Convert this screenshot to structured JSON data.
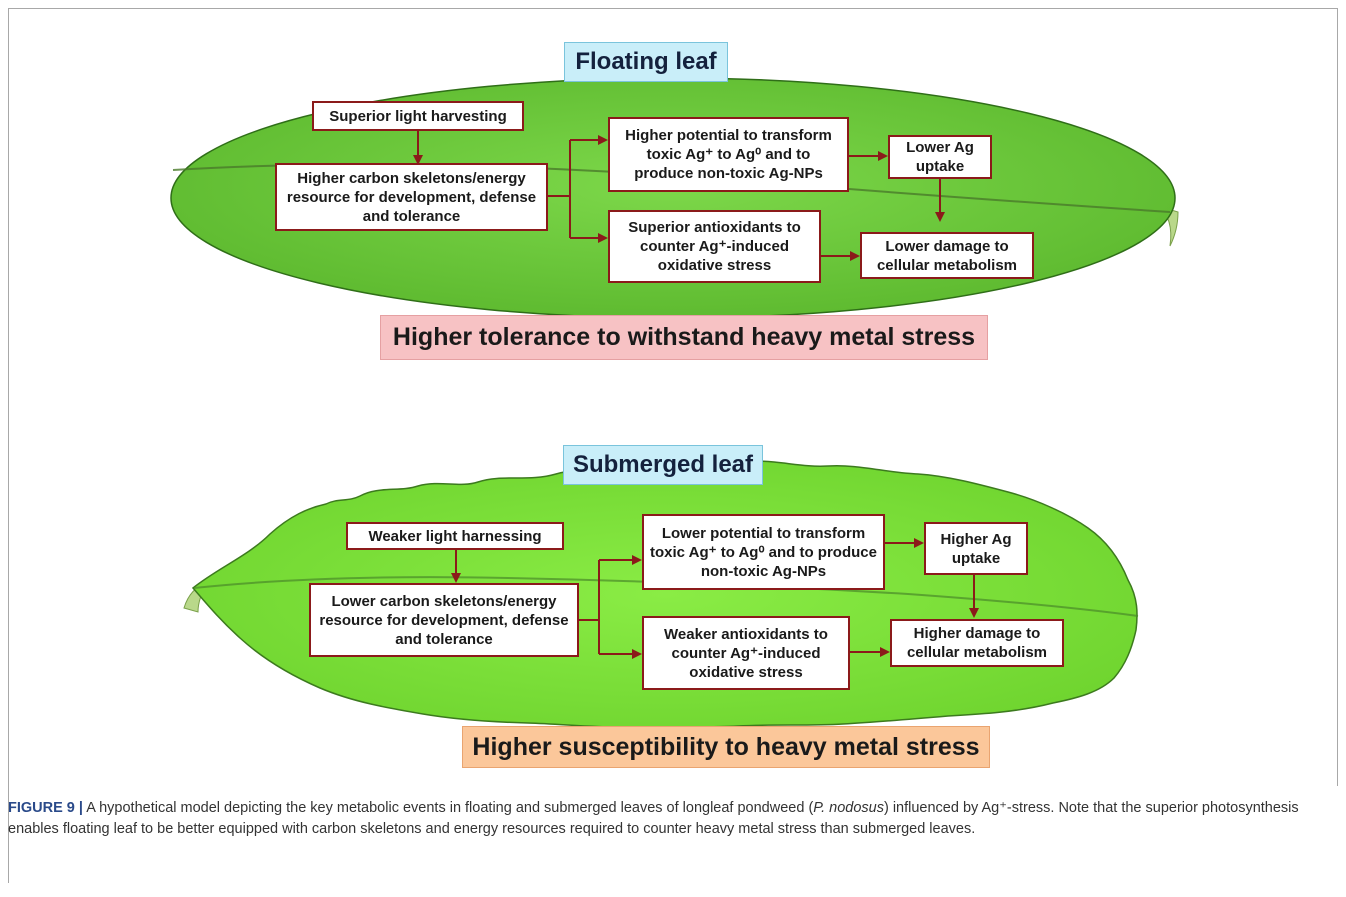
{
  "colors": {
    "floating_leaf": "#6ec63a",
    "submerged_leaf": "#7fe03a",
    "box_border": "#8b1a1a",
    "arrow": "#8b1a1a",
    "title_bg": "#c9eef9",
    "floating_banner_bg": "#f7c2c4",
    "submerged_banner_bg": "#fbc79a"
  },
  "floating": {
    "title": "Floating leaf",
    "box_light": "Superior light harvesting",
    "box_carbon": "Higher carbon skeletons/energy resource for development, defense and tolerance",
    "box_transform": "Higher potential to transform toxic Ag⁺ to Ag⁰ and to produce non-toxic Ag-NPs",
    "box_uptake": "Lower Ag uptake",
    "box_antioxidants": "Superior antioxidants to counter Ag⁺-induced oxidative stress",
    "box_damage": "Lower damage to cellular metabolism",
    "banner": "Higher tolerance to withstand heavy metal stress"
  },
  "submerged": {
    "title": "Submerged leaf",
    "box_light": "Weaker light harnessing",
    "box_carbon": "Lower carbon skeletons/energy resource for development, defense and tolerance",
    "box_transform": "Lower potential to transform toxic Ag⁺ to Ag⁰ and to produce non-toxic Ag-NPs",
    "box_uptake": "Higher Ag uptake",
    "box_antioxidants": "Weaker antioxidants to counter Ag⁺-induced oxidative stress",
    "box_damage": "Higher damage to cellular metabolism",
    "banner": "Higher susceptibility to heavy metal stress"
  },
  "caption": {
    "label": "FIGURE 9 |",
    "text_1": " A hypothetical model depicting the key metabolic events in floating and submerged leaves of longleaf pondweed (",
    "species": "P. nodosus",
    "text_2": ") influenced by Ag⁺-stress. Note that the superior photosynthesis enables floating leaf to be better equipped with carbon skeletons and energy resources required to counter heavy metal stress than submerged leaves."
  }
}
